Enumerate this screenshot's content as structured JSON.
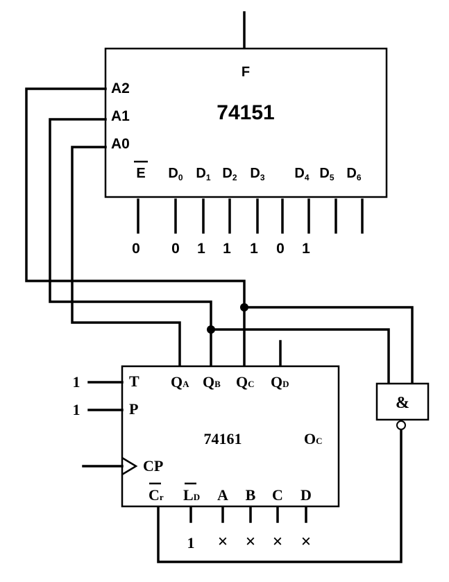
{
  "mux": {
    "chip": "74151",
    "output": "F",
    "address_pins": [
      "A2",
      "A1",
      "A0"
    ],
    "enable_pin": "E",
    "data_pins": [
      {
        "main": "D",
        "sub": "0"
      },
      {
        "main": "D",
        "sub": "1"
      },
      {
        "main": "D",
        "sub": "2"
      },
      {
        "main": "D",
        "sub": "3"
      },
      {
        "main": "D",
        "sub": "4"
      },
      {
        "main": "D",
        "sub": "5"
      },
      {
        "main": "D",
        "sub": "6"
      }
    ],
    "input_values": [
      "0",
      "0",
      "1",
      "1",
      "1",
      "0",
      "1"
    ]
  },
  "counter": {
    "chip": "74161",
    "outputs": [
      {
        "main": "Q",
        "sub": "A"
      },
      {
        "main": "Q",
        "sub": "B"
      },
      {
        "main": "Q",
        "sub": "C"
      },
      {
        "main": "Q",
        "sub": "D"
      }
    ],
    "carry": {
      "main": "O",
      "sub": "C"
    },
    "T": "T",
    "P": "P",
    "CP": "CP",
    "clear": {
      "main": "C",
      "sub": "r"
    },
    "load": {
      "main": "L",
      "sub": "D"
    },
    "data_inputs": [
      "A",
      "B",
      "C",
      "D"
    ],
    "T_value": "1",
    "P_value": "1",
    "load_value": "1",
    "data_values": [
      "×",
      "×",
      "×",
      "×"
    ]
  },
  "gate": {
    "symbol": "&"
  }
}
